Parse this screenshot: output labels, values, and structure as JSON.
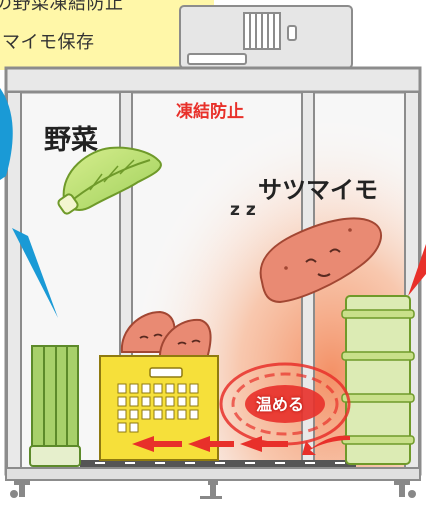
{
  "caption": {
    "line1": "の野菜凍結防止",
    "line2": "マイモ保存"
  },
  "labels": {
    "vegetables": "野菜",
    "frost_prevention": "凍結防止",
    "sweet_potato": "サツマイモ",
    "warming": "温める",
    "sleep": "z z"
  },
  "colors": {
    "frame": "#8c8c8c",
    "cabinet_bg": "#f4f4f4",
    "warm_glow": "#f49a6c",
    "red": "#e8302a",
    "blue": "#1a9ad6",
    "crate": "#f6e03a",
    "green": "#a8d06a",
    "potato": "#e98a73"
  }
}
